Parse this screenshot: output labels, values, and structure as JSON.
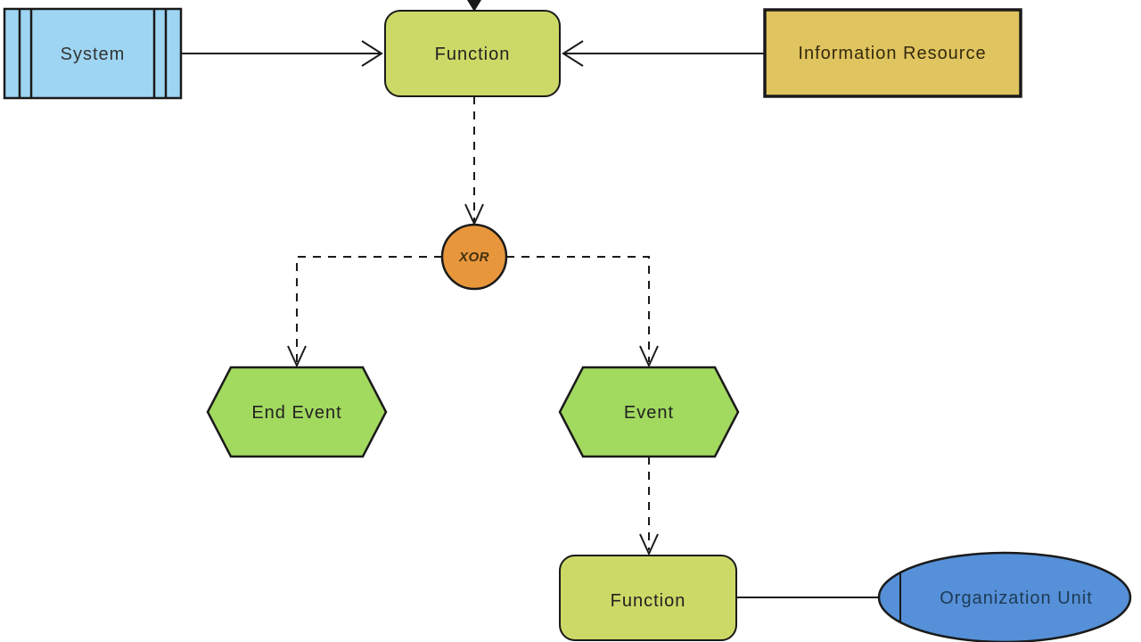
{
  "diagram": {
    "kind": "EPC process diagram",
    "canvas_background": "#ffffff",
    "line_color": "#1a1a1a",
    "nodes": {
      "system": {
        "label": "System",
        "shape": "rectangle-with-side-bars",
        "fill": "#9ed5f2",
        "text_color": "#333333"
      },
      "function_top": {
        "label": "Function",
        "shape": "rounded-rectangle",
        "fill": "#ccd966",
        "text_color": "#222222"
      },
      "information_resource": {
        "label": "Information Resource",
        "shape": "rectangle",
        "fill": "#e0c45f",
        "text_color": "#33290f"
      },
      "xor_connector": {
        "label": "XOR",
        "shape": "circle",
        "fill": "#e8963c",
        "text_color": "#403010"
      },
      "end_event": {
        "label": "End Event",
        "shape": "hexagon",
        "fill": "#a2d95f",
        "text_color": "#222222"
      },
      "event": {
        "label": "Event",
        "shape": "hexagon",
        "fill": "#a2d95f",
        "text_color": "#222222"
      },
      "function_bottom": {
        "label": "Function",
        "shape": "rounded-rectangle",
        "fill": "#ccd966",
        "text_color": "#222222"
      },
      "organization_unit": {
        "label": "Organization Unit",
        "shape": "ellipse-with-chord",
        "fill": "#5590d8",
        "text_color": "#1e3a54"
      }
    },
    "edges": [
      {
        "from": "system",
        "to": "function_top",
        "style": "solid",
        "arrowhead": "open"
      },
      {
        "from": "information_resource",
        "to": "function_top",
        "style": "solid",
        "arrowhead": "open"
      },
      {
        "from": "offscreen-top",
        "to": "function_top",
        "style": "solid",
        "arrowhead": "filled"
      },
      {
        "from": "function_top",
        "to": "xor_connector",
        "style": "dashed",
        "arrowhead": "open"
      },
      {
        "from": "xor_connector",
        "to": "end_event",
        "style": "dashed",
        "arrowhead": "open"
      },
      {
        "from": "xor_connector",
        "to": "event",
        "style": "dashed",
        "arrowhead": "open"
      },
      {
        "from": "event",
        "to": "function_bottom",
        "style": "dashed",
        "arrowhead": "open"
      },
      {
        "from": "function_bottom",
        "to": "organization_unit",
        "style": "solid",
        "arrowhead": "none"
      }
    ]
  }
}
